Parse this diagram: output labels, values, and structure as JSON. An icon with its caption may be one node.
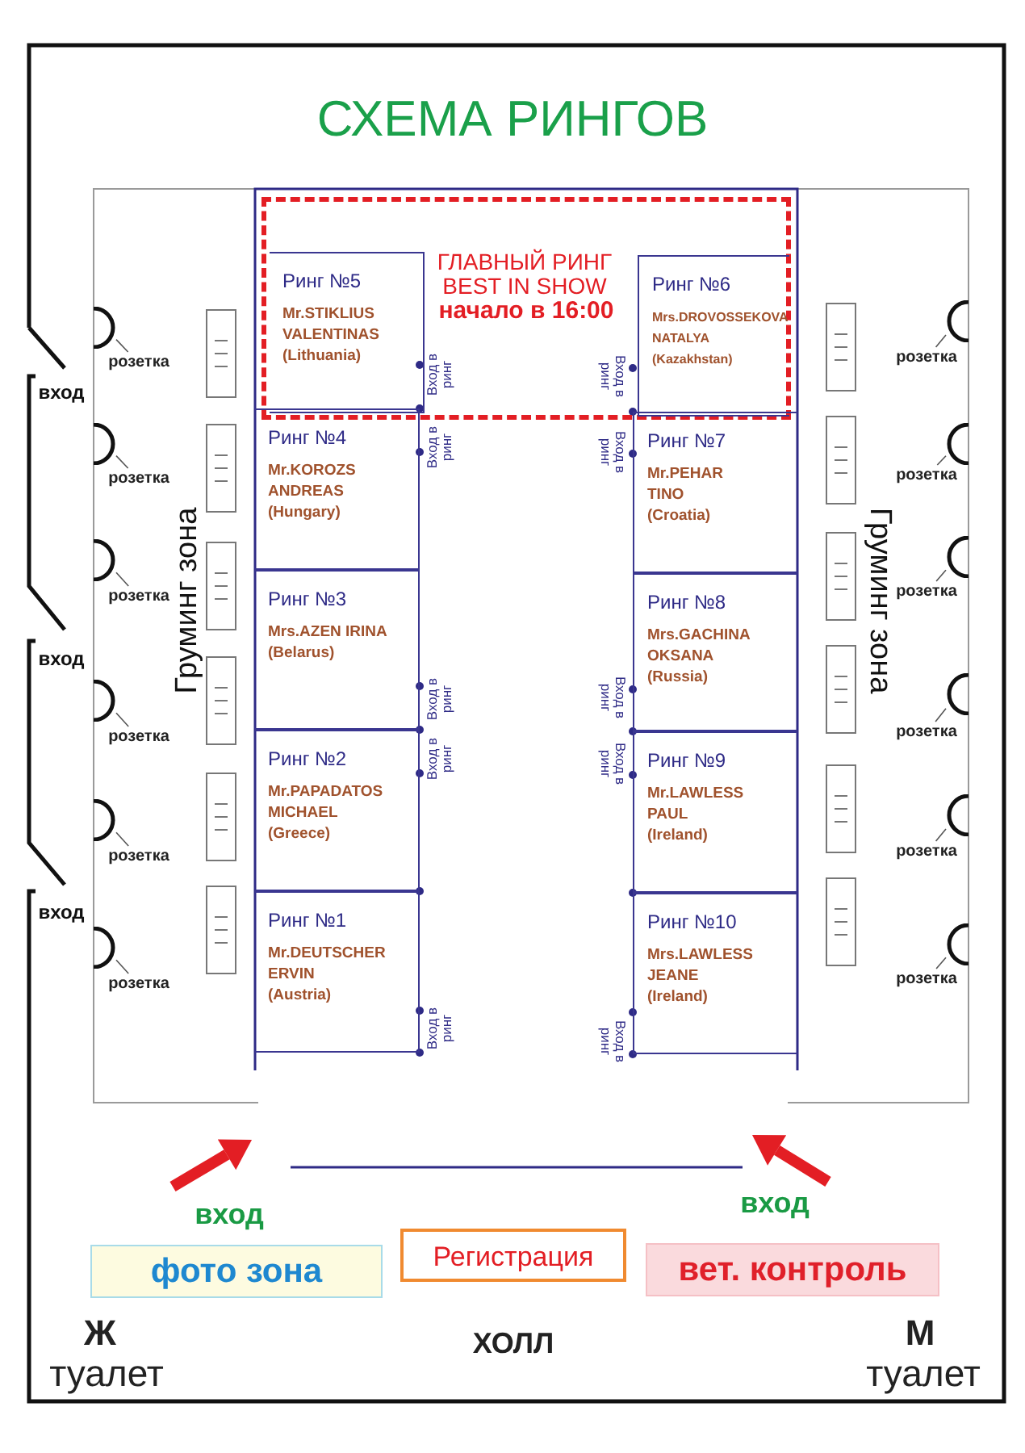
{
  "diagram": {
    "title": "СХЕМА РИНГОВ",
    "nodes": [
      {
        "text": [
          "ГЛАВНЫЙ РИНГ BEST IN SHOW",
          "начало в 16:00"
        ]
      },
      {
        "text": [
          "Ринг №5",
          "Mr.STIKLIUS VALENTINAS",
          "(Lithuania)"
        ],
        "in": 0
      },
      {
        "text": [
          "Ринг №6",
          "Mrs.DROVOSSEKOVA NATALYA",
          "(Kazakhstan)"
        ],
        "in": 0
      },
      {
        "text": [
          "Ринг №4",
          "Mr.KOROZS ANDREAS",
          "(Hungary)"
        ]
      },
      {
        "text": [
          "Ринг №7",
          "Mr.PEHAR TINO",
          "(Croatia)"
        ]
      },
      {
        "text": [
          "Ринг №3",
          "Mrs.AZEN IRINA",
          "(Belarus)"
        ]
      },
      {
        "text": [
          "Ринг №8",
          "Mrs.GACHINA OKSANA",
          "(Russia)"
        ]
      },
      {
        "text": [
          "Ринг №2",
          "Mr.PAPADATOS MICHAEL",
          "(Greece)"
        ]
      },
      {
        "text": [
          "Ринг №9",
          "Mr.LAWLESS PAUL",
          "(Ireland)"
        ]
      },
      {
        "text": [
          "Ринг №1",
          "Mr.DEUTSCHER ERVIN",
          "(Austria)"
        ]
      },
      {
        "text": [
          "Ринг №10",
          "Mrs.LAWLESS JEANE",
          "(Ireland)"
        ]
      },
      {
        "text": [],
        "shape": "circle"
      },
      {
        "text": [
          "розетка"
        ]
      },
      {
        "text": [
          "розетка"
        ]
      },
      {
        "text": [],
        "shape": "circle"
      },
      {
        "text": [],
        "shape": "circle"
      },
      {
        "text": [
          "розетка"
        ]
      },
      {
        "text": [
          "розетка"
        ]
      },
      {
        "text": [],
        "shape": "circle"
      },
      {
        "text": [],
        "shape": "circle"
      },
      {
        "text": [
          "розетка"
        ]
      },
      {
        "text": [
          "розетка"
        ]
      },
      {
        "text": [],
        "shape": "circle"
      },
      {
        "text": [],
        "shape": "circle"
      },
      {
        "text": [
          "розетка"
        ]
      },
      {
        "text": [
          "розетка"
        ]
      },
      {
        "text": [],
        "shape": "circle"
      },
      {
        "text": [],
        "shape": "circle"
      },
      {
        "text": [
          "розетка"
        ]
      },
      {
        "text": [
          "розетка"
        ]
      },
      {
        "text": [],
        "shape": "circle"
      },
      {
        "text": [],
        "shape": "circle"
      },
      {
        "text": [
          "розетка"
        ]
      },
      {
        "text": [
          "розетка"
        ]
      },
      {
        "text": [],
        "shape": "circle"
      },
      {
        "text": [
          "фото зона"
        ]
      },
      {
        "text": [
          "Регистрация"
        ]
      },
      {
        "text": [
          "вет. контроль"
        ]
      }
    ],
    "edges": [
      {
        "from": 12,
        "to": 11,
        "arrow": "none"
      },
      {
        "from": 13,
        "to": 14,
        "arrow": "none"
      },
      {
        "from": 16,
        "to": 15,
        "arrow": "none"
      },
      {
        "from": 17,
        "to": 18,
        "arrow": "none"
      },
      {
        "from": 20,
        "to": 19,
        "arrow": "none"
      },
      {
        "from": 21,
        "to": 22,
        "arrow": "none"
      },
      {
        "from": 24,
        "to": 23,
        "arrow": "none"
      },
      {
        "from": 25,
        "to": 26,
        "arrow": "none"
      },
      {
        "from": 28,
        "to": 27,
        "arrow": "none"
      },
      {
        "from": 29,
        "to": 30,
        "arrow": "none"
      },
      {
        "from": 32,
        "to": 31,
        "arrow": "none"
      },
      {
        "from": 33,
        "to": 34,
        "arrow": "none"
      }
    ],
    "labels": [
      "вход",
      "Вход в ринг",
      "Вход в ринг",
      "Вход в ринг",
      "Вход в ринг",
      "Груминг зона",
      "Груминг зона",
      "вход",
      "Вход в ринг",
      "Вход в ринг",
      "Вход в ринг",
      "Вход в ринг",
      "вход",
      "Вход в ринг",
      "Вход в ринг",
      "вход",
      "вход",
      "Ж",
      "ХОЛЛ",
      "М",
      "туалет",
      "туалет"
    ]
  }
}
